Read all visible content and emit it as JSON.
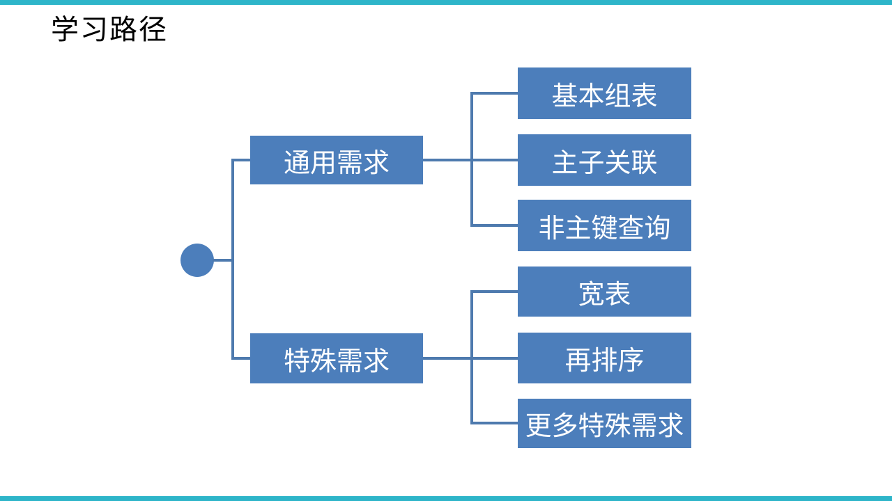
{
  "slide": {
    "title": "学习路径",
    "colors": {
      "accent_bar": "#2EB5C9",
      "node_fill": "#4C7EBB",
      "connector": "#4E7AAE",
      "title_text": "#000000",
      "node_text": "#FFFFFF",
      "background": "#FFFFFF"
    }
  },
  "tree": {
    "root_icon": "circle-node",
    "branches": [
      {
        "label": "通用需求",
        "children": [
          "基本组表",
          "主子关联",
          "非主键查询"
        ]
      },
      {
        "label": "特殊需求",
        "children": [
          "宽表",
          "再排序",
          "更多特殊需求"
        ]
      }
    ]
  }
}
